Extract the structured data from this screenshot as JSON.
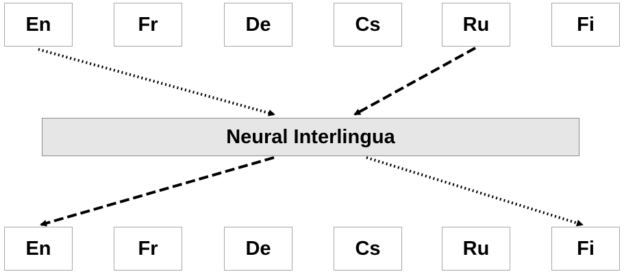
{
  "source_languages": [
    "En",
    "Fr",
    "De",
    "Cs",
    "Ru",
    "Fi"
  ],
  "interlingua_label": "Neural Interlingua",
  "target_languages": [
    "En",
    "Fr",
    "De",
    "Cs",
    "Ru",
    "Fi"
  ]
}
